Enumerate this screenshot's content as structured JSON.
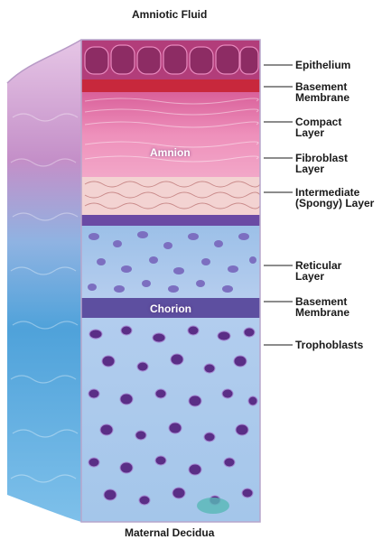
{
  "top_label": "Amniotic Fluid",
  "bottom_label": "Maternal Decidua",
  "regions": {
    "amnion": "Amnion",
    "chorion": "Chorion"
  },
  "layers": [
    {
      "label": "Epithelium"
    },
    {
      "label": "Basement\nMembrane"
    },
    {
      "label": "Compact\nLayer"
    },
    {
      "label": "Fibroblast\nLayer"
    },
    {
      "label": "Intermediate\n(Spongy) Layer"
    },
    {
      "label": "Reticular\nLayer"
    },
    {
      "label": "Basement\nMembrane"
    },
    {
      "label": "Trophoblasts"
    }
  ],
  "colors": {
    "epithelium": "#b23d7a",
    "basement_membrane_red": "#c8283c",
    "compact": "#e37aa8",
    "fibroblast": "#ee9cc1",
    "spongy": "#f4d2d2",
    "reticular": "#9fbfe6",
    "chorion_band": "#5d4fa0",
    "trophoblast_bg": "#a8c7ea",
    "side_pink": "#c994cc",
    "side_blue": "#5aa7dc"
  }
}
